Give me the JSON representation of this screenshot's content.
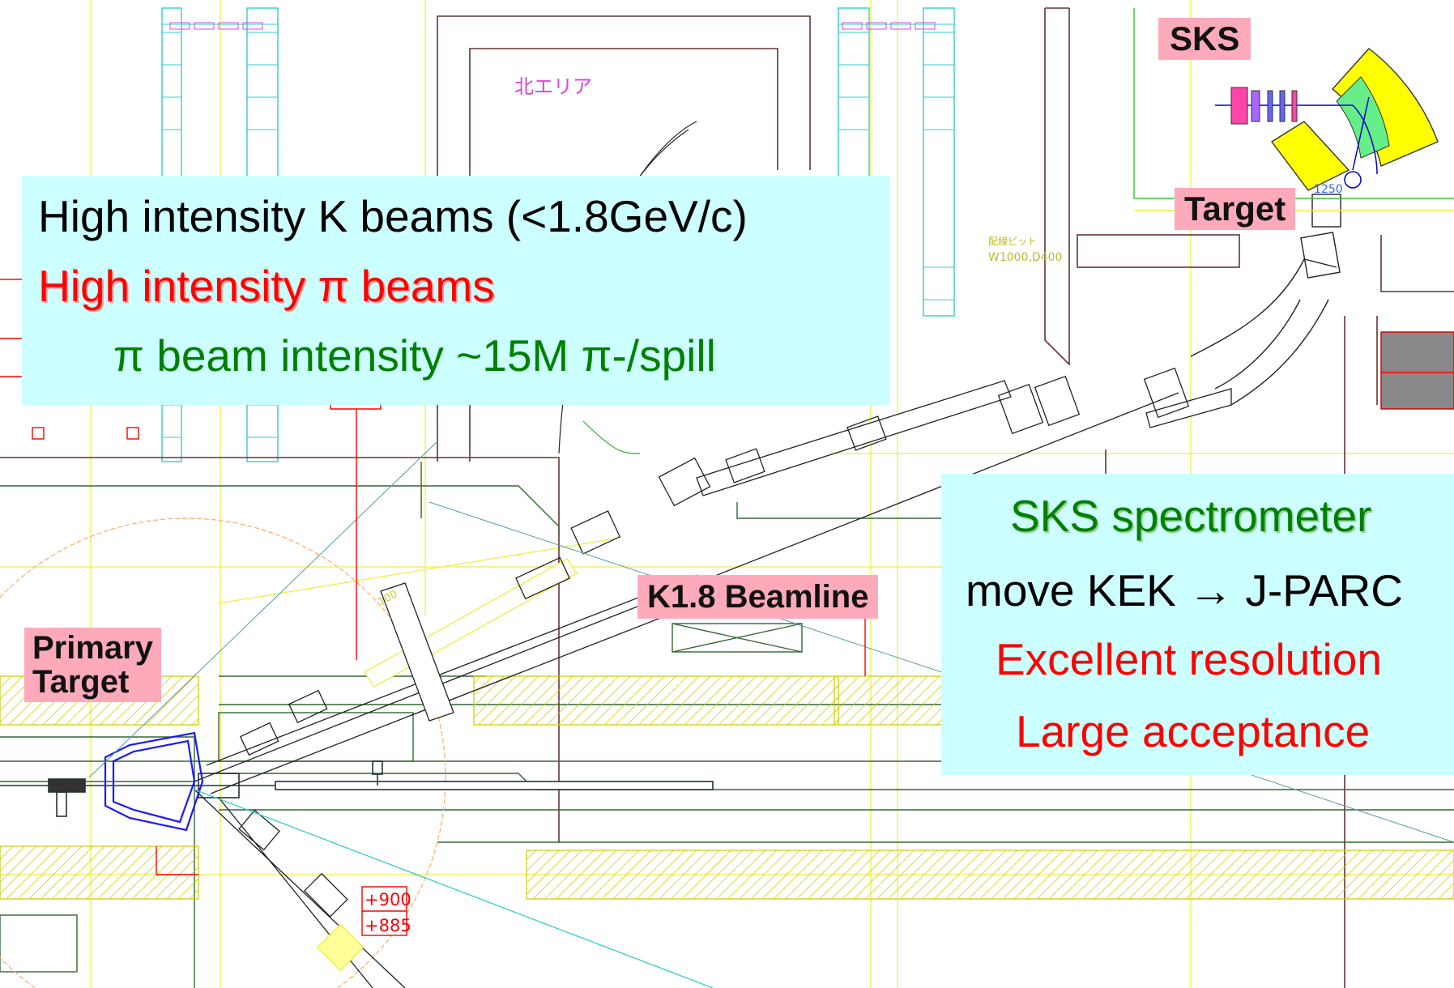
{
  "left_box": {
    "line1": "High intensity K beams (<1.8GeV/c)",
    "line2": "High intensity π beams",
    "line3": "π beam intensity  ~15M π-/spill",
    "line1_color": "#000000",
    "line2_color": "#ff0000",
    "line3_color": "#008000"
  },
  "right_box": {
    "title": "SKS spectrometer",
    "line2": "move KEK → J-PARC",
    "line3": "Excellent resolution",
    "line4": "Large acceptance",
    "title_color": "#008000",
    "line2_color": "#000000",
    "accent_color": "#ff0000"
  },
  "tags": {
    "sks": "SKS",
    "target": "Target",
    "beamline": "K1.8 Beamline",
    "primary_line1": "Primary",
    "primary_line2": "Target"
  },
  "drawing_labels": {
    "north_area": "北エリア",
    "pit_line1": "配線ピット",
    "pit_line2": "W1000,D400",
    "dim_1250": "1250",
    "dim_900": "+900",
    "dim_885": "+885",
    "dim_100": "100"
  },
  "colors": {
    "callout_bg": "#ccffff",
    "tag_bg": "#ffaabb",
    "magnet_yellow": "#ffff00",
    "magnet_green": "#66ee88",
    "blueprint_yellow": "#eeee44",
    "blueprint_cyan": "#33cccc",
    "blueprint_brown": "#663333",
    "blueprint_olive": "#336633",
    "hatch": "#cccc00"
  }
}
